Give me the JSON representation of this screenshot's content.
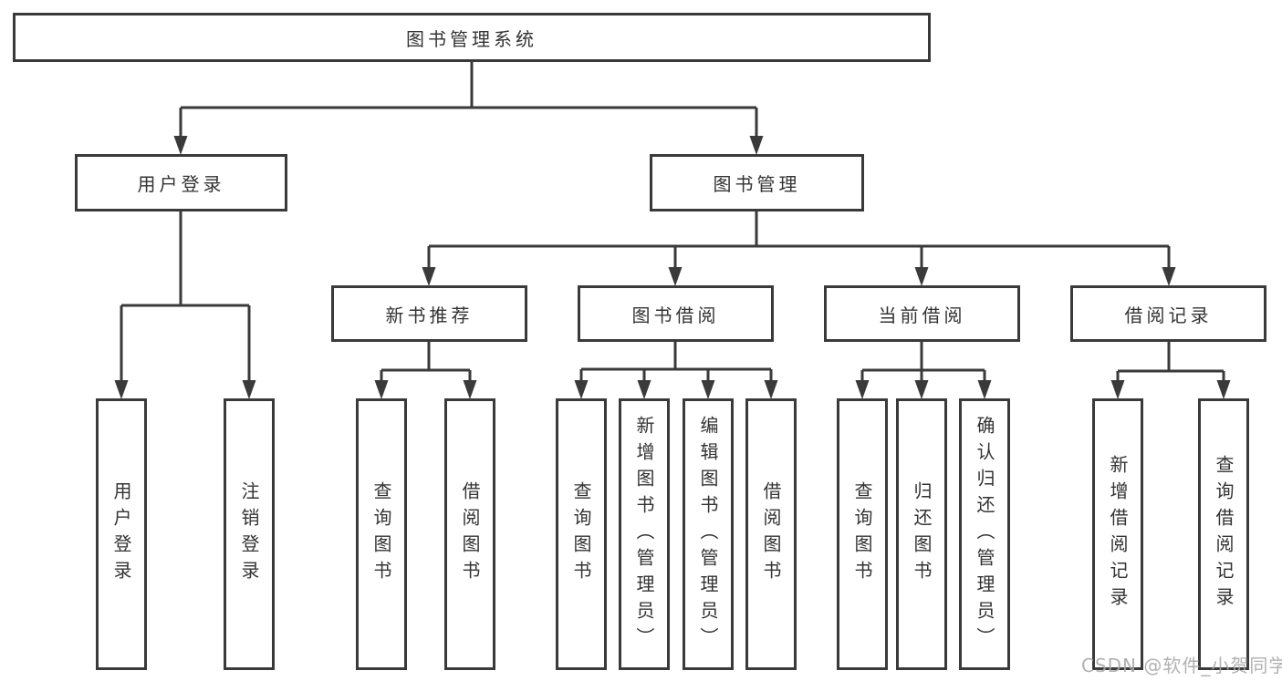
{
  "root": {
    "label": "图书管理系统"
  },
  "level2": [
    {
      "label": "用户登录"
    },
    {
      "label": "图书管理"
    }
  ],
  "level3": [
    {
      "label": "新书推荐"
    },
    {
      "label": "图书借阅"
    },
    {
      "label": "当前借阅"
    },
    {
      "label": "借阅记录"
    }
  ],
  "leaves": {
    "userLogin": [
      {
        "label": "用户登录"
      },
      {
        "label": "注销登录"
      }
    ],
    "newBooks": [
      {
        "label": "查询图书"
      },
      {
        "label": "借阅图书"
      }
    ],
    "bookBorrow": [
      {
        "label": "查询图书"
      },
      {
        "label": "新增图书（管理员）"
      },
      {
        "label": "编辑图书（管理员）"
      },
      {
        "label": "借阅图书"
      }
    ],
    "currentBorrow": [
      {
        "label": "查询图书"
      },
      {
        "label": "归还图书"
      },
      {
        "label": "确认归还（管理员）"
      }
    ],
    "borrowRecords": [
      {
        "label": "新增借阅记录"
      },
      {
        "label": "查询借阅记录"
      }
    ]
  },
  "watermark": {
    "text": "CSDN @软件_小贺同学"
  },
  "colors": {
    "line": "#3a3a3a",
    "border": "#3a3a3a",
    "text": "#333333",
    "watermark": "#a8a8a8",
    "background": "#ffffff"
  }
}
